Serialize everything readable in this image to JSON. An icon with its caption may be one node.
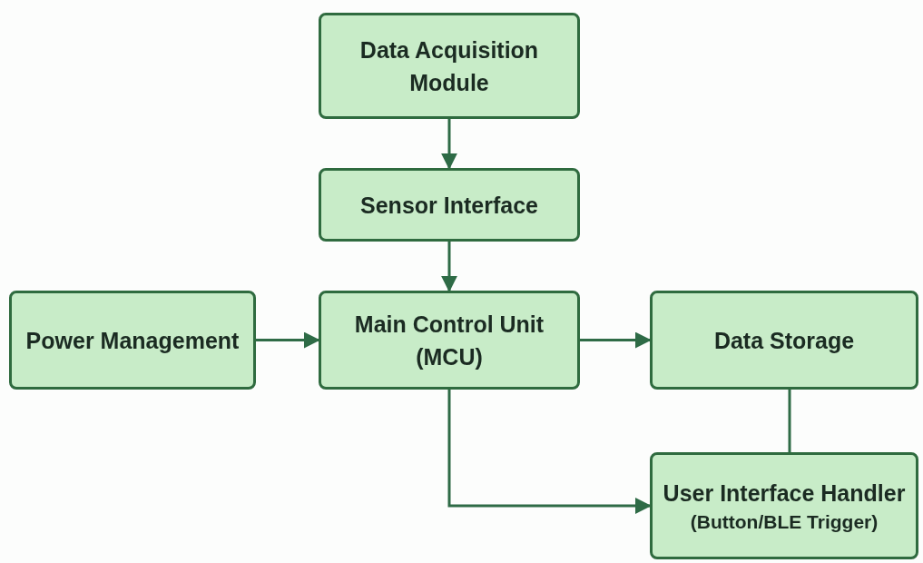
{
  "diagram": {
    "nodes": [
      {
        "text": [
          "Data Acquisition Module"
        ]
      },
      {
        "text": [
          "Sensor Interface"
        ]
      },
      {
        "text": [
          "Power Management"
        ]
      },
      {
        "text": [
          "Main Control Unit (MCU)"
        ]
      },
      {
        "text": [
          "Data Storage"
        ]
      },
      {
        "text": [
          "User Interface Handler",
          "(Button/BLE Trigger)"
        ]
      }
    ],
    "edges": [
      {
        "from": 0,
        "to": 1,
        "arrow": "to"
      },
      {
        "from": 1,
        "to": 3,
        "arrow": "to"
      },
      {
        "from": 2,
        "to": 3,
        "arrow": "to"
      },
      {
        "from": 3,
        "to": 4,
        "arrow": "to"
      },
      {
        "from": 4,
        "to": 5,
        "arrow": "none"
      },
      {
        "from": 3,
        "to": 5,
        "arrow": "to"
      }
    ]
  }
}
